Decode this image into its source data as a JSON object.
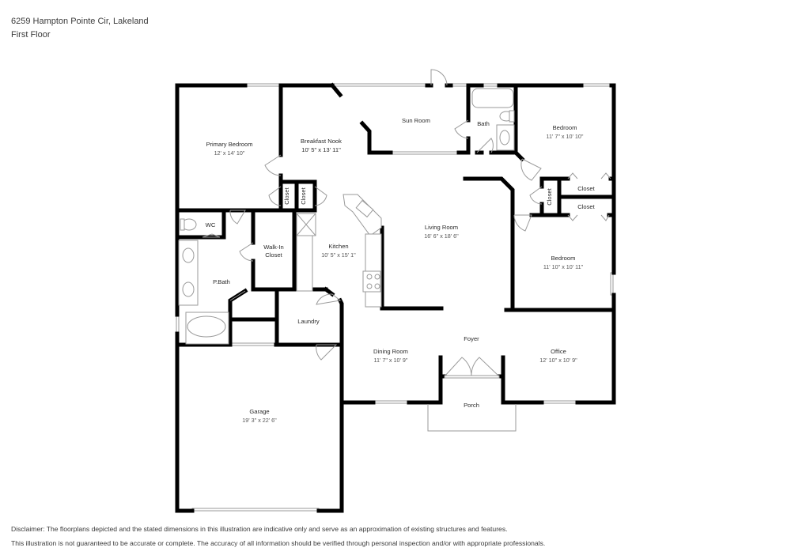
{
  "header": {
    "address": "6259 Hampton Pointe Cir, Lakeland",
    "floor": "First Floor"
  },
  "rooms": {
    "primary_bedroom": {
      "name": "Primary Bedroom",
      "dims": "12' x 14' 10\""
    },
    "breakfast_nook": {
      "name": "Breakfast Nook",
      "dims": "10' 5\" x 13' 11\""
    },
    "sun_room": {
      "name": "Sun Room"
    },
    "bath": {
      "name": "Bath"
    },
    "bedroom_ne": {
      "name": "Bedroom",
      "dims": "11' 7\" x 10' 10\""
    },
    "closet_1": {
      "name": "Closet"
    },
    "closet_2": {
      "name": "Closet"
    },
    "closet_3": {
      "name": "Closet"
    },
    "closet_4": {
      "name": "Closet"
    },
    "closet_5": {
      "name": "Closet"
    },
    "wc": {
      "name": "WC"
    },
    "walk_in_closet": {
      "name": "Walk-In",
      "name2": "Closet"
    },
    "kitchen": {
      "name": "Kitchen",
      "dims": "10' 5\" x 15' 1\""
    },
    "living_room": {
      "name": "Living Room",
      "dims": "16' 6\" x 18' 6\""
    },
    "bedroom_e": {
      "name": "Bedroom",
      "dims": "11' 10\" x 10' 11\""
    },
    "p_bath": {
      "name": "P.Bath"
    },
    "laundry": {
      "name": "Laundry"
    },
    "foyer": {
      "name": "Foyer"
    },
    "dining_room": {
      "name": "Dining Room",
      "dims": "11' 7\" x 10' 9\""
    },
    "office": {
      "name": "Office",
      "dims": "12' 10\" x 10' 9\""
    },
    "porch": {
      "name": "Porch"
    },
    "garage": {
      "name": "Garage",
      "dims": "19' 3\" x 22' 6\""
    }
  },
  "disclaimer": {
    "line1": "Disclaimer: The floorplans depicted and the stated dimensions in this illustration are indicative only and serve as an approximation of existing structures and features.",
    "line2": "This illustration is not guaranteed to be accurate or complete. The accuracy of all information should be verified through personal inspection and/or with appropriate professionals."
  }
}
